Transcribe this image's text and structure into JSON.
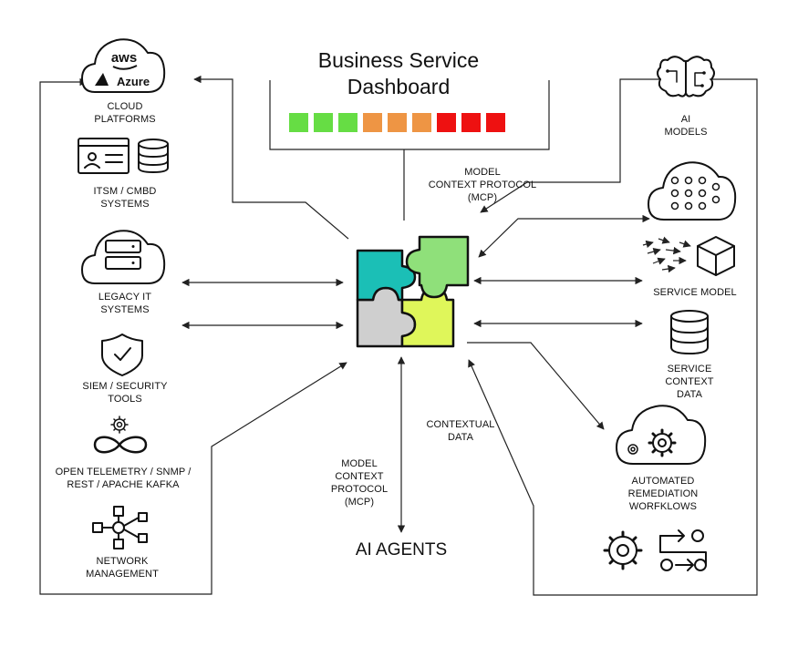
{
  "colors": {
    "green": "#66dd44",
    "orange": "#ee9544",
    "red": "#ee1111",
    "puzzle_teal": "#1bbfb6",
    "puzzle_green": "#8fe07a",
    "puzzle_grey": "#cfcfcf",
    "puzzle_yellow": "#dff65a"
  },
  "dashboard": {
    "title_line1": "Business Service",
    "title_line2": "Dashboard",
    "status_cells": [
      "green",
      "green",
      "green",
      "orange",
      "orange",
      "orange",
      "red",
      "red",
      "red"
    ]
  },
  "left_sources": {
    "cloud_logo_aws": "aws",
    "cloud_logo_azure": "Azure",
    "cloud": [
      "CLOUD",
      "PLATFORMS"
    ],
    "itsm": [
      "ITSM / CMBD",
      "SYSTEMS"
    ],
    "legacy": [
      "LEGACY IT",
      "SYSTEMS"
    ],
    "siem": [
      "SIEM / SECURITY",
      "TOOLS"
    ],
    "telemetry": [
      "OPEN TELEMETRY / SNMP /",
      "REST / APACHE KAFKA"
    ],
    "network": [
      "NETWORK",
      "MANAGEMENT"
    ]
  },
  "right_targets": {
    "ai_models": [
      "AI",
      "MODELS"
    ],
    "service_model": "SERVICE MODEL",
    "service_context": [
      "SERVICE",
      "CONTEXT",
      "DATA"
    ],
    "automated": [
      "AUTOMATED",
      "REMEDIATION",
      "WORFKLOWS"
    ]
  },
  "center": {
    "mcp_top": [
      "MODEL",
      "CONTEXT PROTOCOL",
      "(MCP)"
    ],
    "mcp_bottom": [
      "MODEL",
      "CONTEXT",
      "PROTOCOL",
      "(MCP)"
    ],
    "contextual": [
      "CONTEXTUAL",
      "DATA"
    ],
    "ai_agents": "AI AGENTS"
  }
}
